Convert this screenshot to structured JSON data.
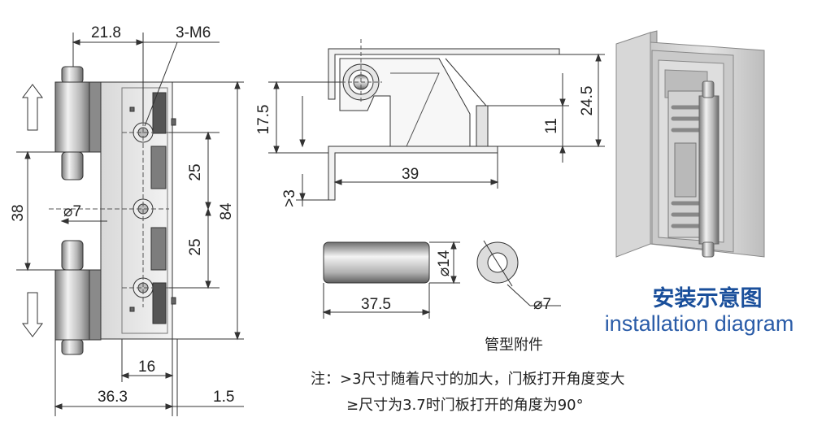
{
  "dimensions": {
    "d21_8": "21.8",
    "thread": "3-M6",
    "d38": "38",
    "dia7_front": "⌀7",
    "d25_upper": "25",
    "d25_lower": "25",
    "d84": "84",
    "d16": "16",
    "d36_3": "36.3",
    "d1_5": "1.5",
    "d17_5": "17.5",
    "d24_5": "24.5",
    "d11": "11",
    "d39": "39",
    "gt3": ">3",
    "d37_5": "37.5",
    "dia14": "⌀14",
    "dia7_pin": "⌀7"
  },
  "labels": {
    "install_cn": "安装示意图",
    "install_en": "installation diagram",
    "accessory": "管型附件",
    "note_line1": "注：>3尺寸随着尺寸的加大，门板打开角度变大",
    "note_line2": "≥尺寸为3.7时门板打开的角度为90°"
  }
}
